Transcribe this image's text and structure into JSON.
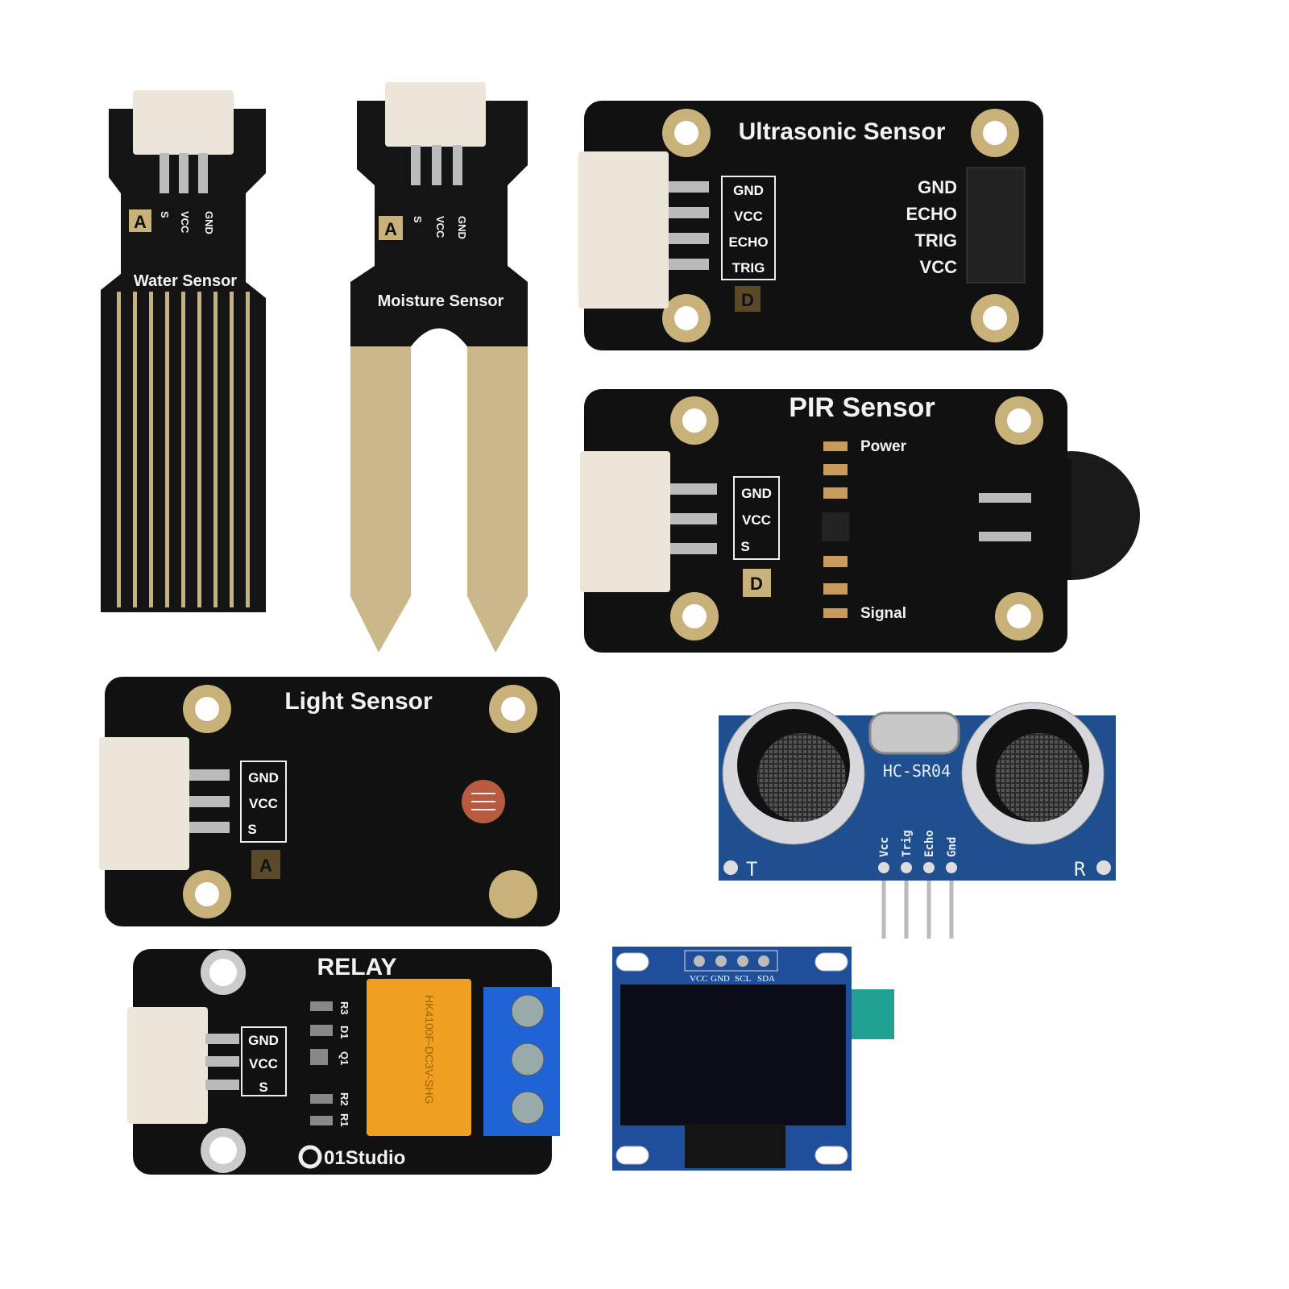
{
  "colors": {
    "pcb_black": "#111111",
    "pcb_blue": "#1f4f8f",
    "gold": "#c9b27a",
    "relay_orange": "#f0a020",
    "terminal_blue": "#1f63d6",
    "connector_white": "#ece6da"
  },
  "water_sensor": {
    "title": "Water Sensor",
    "type_mark": "A",
    "pins": [
      "S",
      "VCC",
      "GND"
    ]
  },
  "moisture_sensor": {
    "title": "Moisture Sensor",
    "type_mark": "A",
    "pins": [
      "S",
      "VCC",
      "GND"
    ]
  },
  "ultrasonic_sensor": {
    "title": "Ultrasonic Sensor",
    "type_mark": "D",
    "pins": [
      "GND",
      "VCC",
      "ECHO",
      "TRIG"
    ],
    "header_pins": [
      "GND",
      "ECHO",
      "TRIG",
      "VCC"
    ]
  },
  "pir_sensor": {
    "title": "PIR Sensor",
    "type_mark": "D",
    "pins": [
      "GND",
      "VCC",
      "S"
    ],
    "led_power": "Power",
    "led_signal": "Signal"
  },
  "light_sensor": {
    "title": "Light Sensor",
    "type_mark": "A",
    "pins": [
      "GND",
      "VCC",
      "S"
    ]
  },
  "hc_sr04": {
    "model": "HC-SR04",
    "pins": [
      "Vcc",
      "Trig",
      "Echo",
      "Gnd"
    ],
    "left_mark": "T",
    "right_mark": "R"
  },
  "relay": {
    "title": "RELAY",
    "pins": [
      "GND",
      "VCC",
      "S"
    ],
    "components": [
      "R3",
      "D1",
      "Q1",
      "R2",
      "R1"
    ],
    "relay_text": "HK4100F-DC3V-SHG",
    "brand": "01Studio"
  },
  "oled": {
    "pins": [
      "VCC",
      "GND",
      "SCL",
      "SDA"
    ]
  }
}
